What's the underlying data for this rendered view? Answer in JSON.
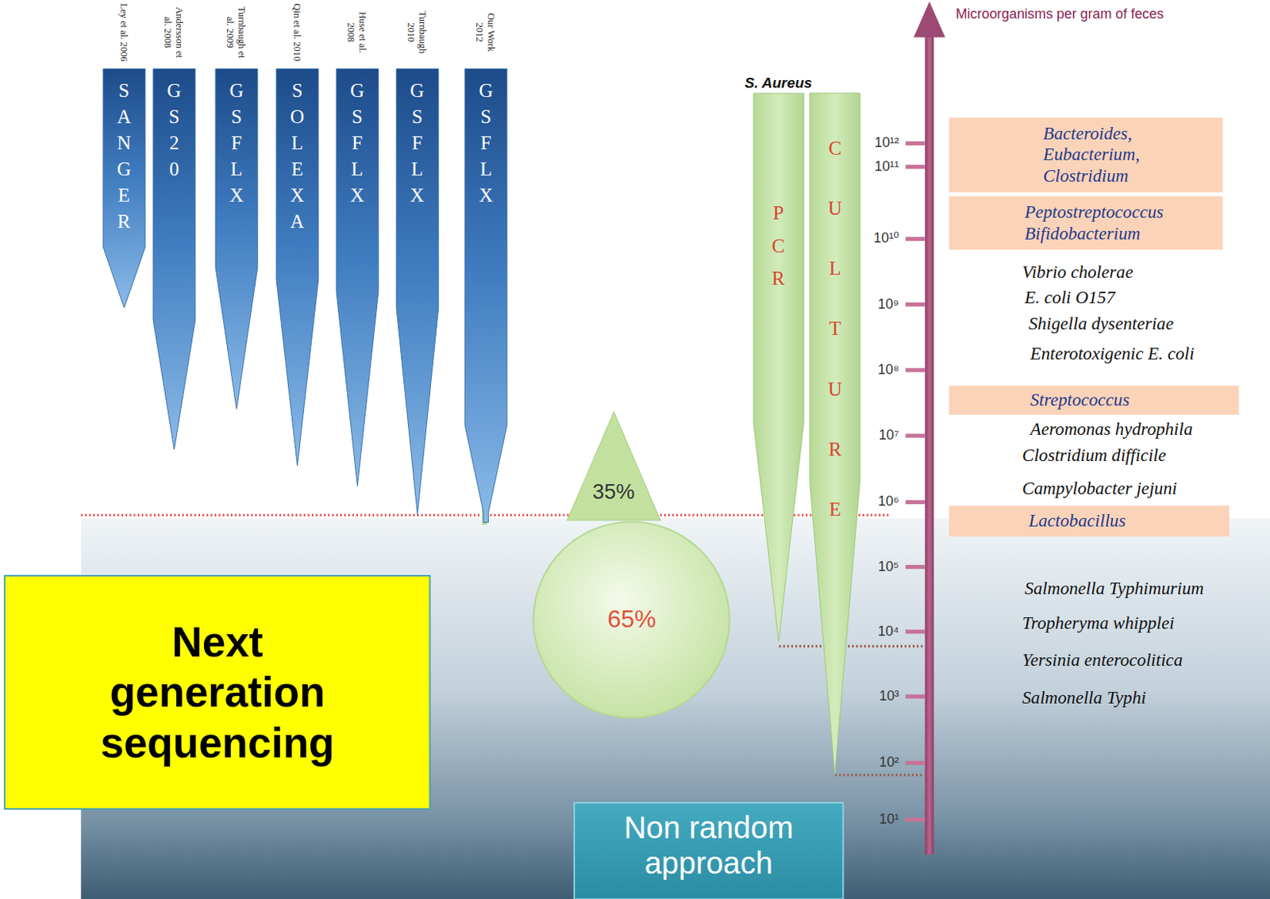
{
  "diagram": {
    "nodes": [
      {
        "text": [
          "Ley et al. 2006",
          "SANGER"
        ]
      },
      {
        "text": [
          "Andersson et al. 2008",
          "GS 20"
        ]
      },
      {
        "text": [
          "Turnbaugh et al. 2009",
          "GS FLX"
        ]
      },
      {
        "text": [
          "Qin et al. 2010",
          "SOLEXA"
        ]
      },
      {
        "text": [
          "Huse et al. 2008",
          "GS FLX"
        ]
      },
      {
        "text": [
          "Turnbaugh 2010",
          "GS FLX"
        ]
      },
      {
        "text": [
          "Our Work 2012",
          "GS FLX"
        ]
      },
      {
        "text": [
          "35%"
        ]
      },
      {
        "text": [
          "65%"
        ]
      },
      {
        "text": [
          "S. Aureus",
          "PCR"
        ]
      },
      {
        "text": [
          "CULTURE"
        ]
      },
      {
        "text": [
          "Bacteroides, Eubacterium, Clostridium"
        ]
      },
      {
        "text": [
          "Peptostreptococcus Bifidobacterium"
        ]
      },
      {
        "text": [
          "Streptococcus"
        ]
      },
      {
        "text": [
          "Lactobacillus"
        ]
      },
      {
        "text": [
          "Next generation sequencing"
        ]
      },
      {
        "text": [
          "Non random approach"
        ]
      }
    ],
    "labels": [
      "Microorganisms per gram of feces",
      "10¹²",
      "10¹¹",
      "10¹⁰",
      "10⁹",
      "10⁸",
      "10⁷",
      "10⁶",
      "10⁵",
      "10⁴",
      "10³",
      "10²",
      "10¹",
      "Vibrio cholerae",
      "E. coli O157",
      "Shigella dysenteriae",
      "Enterotoxigenic E. coli",
      "Aeromonas hydrophila",
      "Clostridium difficile",
      "Campylobacter jejuni",
      "Salmonella Typhimurium",
      "Tropheryma whipplei",
      "Yersinia enterocolitica",
      "Salmonella Typhi"
    ]
  }
}
